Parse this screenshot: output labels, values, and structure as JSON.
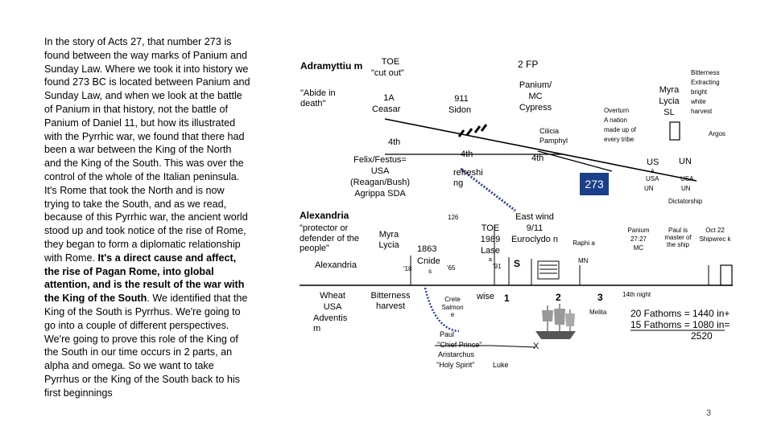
{
  "paragraph": {
    "intro": "In the story of Acts 27, that number 273 is found between the way marks of Panium and Sunday Law.  Where we took it into history we found 273 BC is located between Panium and Sunday Law, and when we look at the battle of Panium in that history, not the battle of Panium of Daniel 11, but how its illustrated with the Pyrrhic war, we found that there had been a war between the King of the North and the King of the South. This was over the control of the whole of the Italian peninsula. It's Rome that took the North and is now trying to take the South, and as we read, because of this Pyrrhic war, the ancient world stood up and took notice of the rise of Rome, they began to form a diplomatic relationship with Rome. ",
    "bold": "It's a direct cause and affect, the rise of Pagan Rome, into global attention, and is the result of the war with the King of the South",
    "rest": ". We identified that the King of the South is Pyrrhus. We're going to go into a couple of different perspectives. We're going to prove this role of the King of the South in our time occurs in 2 parts, an alpha and omega. So we want to take Pyrrhus or the King of the South back to his first beginnings"
  },
  "diagram": {
    "adramyttium": "Adramyttiu m",
    "toe_top": "TOE",
    "cut_out": "\"cut out\"",
    "two_fp": "2  FP",
    "abide_in_death": "\"Abide in death\"",
    "one_a": "1A",
    "ceasar": "Ceasar",
    "nine11": "911",
    "sidon": "Sidon",
    "panium": "Panium/",
    "mc": "MC",
    "cypress": "Cypress",
    "cilicia": "Cilicia",
    "pamphyl": "Pamphyl",
    "overturn": "Overturn",
    "a_nation": "A nation",
    "made_up_of": "made up of",
    "every_tribe": "every tribe",
    "myra_top": "Myra",
    "lycia_top": "Lycia",
    "sl": "SL",
    "bitterness": "Bitterness",
    "extracting": "Extracting",
    "bright": "bright",
    "white": "white",
    "harvest_top": "harvest",
    "argos": "Argos",
    "fourth_a": "4th",
    "fourth_b": "4th",
    "fourth_c": "4th",
    "felix": "Felix/Festus=",
    "usa_felix": "USA",
    "reagan": "(Reagan/Bush)",
    "agrippa": "Agrippa  SDA",
    "refreshing": "refreshi ng",
    "us": "US",
    "un_top": "UN",
    "usa_small1": "USA",
    "usa_small2": "USA",
    "un_small1": "UN",
    "un_small2": "UN",
    "a_small": "A",
    "box273": "273",
    "dictatorship": "Dictatorship",
    "alexandria": "Alexandria",
    "protector": "\"protector or defender of the people\"",
    "alexandria2": "Alexandria",
    "myra_lycia": "Myra Lycia",
    "n126": "126",
    "n1863": "1863",
    "cnide": "Cnide",
    "s_letter": "s",
    "n18": "'18",
    "n65": "'65",
    "toe_1989": "TOE",
    "n1989": "1989",
    "lase": "Lase",
    "n91": "'91",
    "a_sup": "a",
    "east_wind": "East wind",
    "nine11b": "9/11",
    "euroclydo": "Euroclydo n",
    "s_big": "S",
    "raphi": "Raphi a",
    "mn": "MN",
    "panium_b": "Panium",
    "n2727": "27:27",
    "mc_b": "MC",
    "paul_master": "Paul is master of the ship",
    "oct22": "Oct 22",
    "shipwreck": "Shipwrec k",
    "wheat": "Wheat",
    "usa_wheat": "USA",
    "adventism": "Adventis m",
    "bitterness_harvest": "Bitterness harvest",
    "crete": "Crete",
    "salmone": "Salmon e",
    "wise": "wise",
    "one": "1",
    "two": "2",
    "three": "3",
    "melita": "Melita",
    "fourteenth_night": "14th night",
    "paul": "Paul",
    "chief_prince": "\"Chief Prince\"",
    "aristarchus": "Aristarchus",
    "holy_spirit": "\"Holy Spirit\"",
    "luke": "Luke",
    "x_mark": "X",
    "fathoms20": "20 Fathoms = 1440 in+",
    "fathoms15": "15 Fathoms = 1080 in=",
    "n2520": "2520",
    "page_number": "3"
  },
  "colors": {
    "box273_bg": "#1b3f8b",
    "dotted_line": "#2a3f9a"
  }
}
